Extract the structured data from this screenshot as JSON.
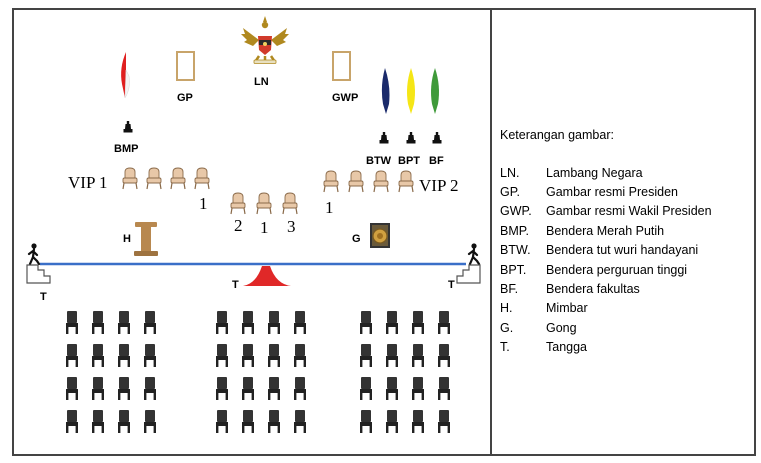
{
  "labels": {
    "ln": "LN",
    "gp": "GP",
    "gwp": "GWP",
    "bmp": "BMP",
    "btw": "BTW",
    "bpt": "BPT",
    "bf": "BF",
    "h": "H",
    "g": "G",
    "t": "T",
    "vip1": "VIP 1",
    "vip2": "VIP 2",
    "row_left_num": "1",
    "row_right_num": "1",
    "center_nums": [
      "2",
      "1",
      "3"
    ]
  },
  "legend": {
    "title": "Keterangan gambar:",
    "items": [
      {
        "code": "LN.",
        "text": "Lambang Negara"
      },
      {
        "code": "GP.",
        "text": "Gambar resmi Presiden"
      },
      {
        "code": "GWP.",
        "text": "Gambar resmi Wakil Presiden"
      },
      {
        "code": "BMP.",
        "text": "Bendera Merah Putih"
      },
      {
        "code": "BTW.",
        "text": "Bendera tut wuri handayani"
      },
      {
        "code": "BPT.",
        "text": "Bendera perguruan tinggi"
      },
      {
        "code": "BF.",
        "text": "Bendera fakultas"
      },
      {
        "code": "H.",
        "text": "Mimbar"
      },
      {
        "code": "G.",
        "text": "Gong"
      },
      {
        "code": "T.",
        "text": "Tangga"
      }
    ]
  },
  "colors": {
    "stage_line": "#3a6fc8",
    "flag_red": "#e02020",
    "flag_navy": "#1a2a6b",
    "flag_yellow": "#f5e616",
    "flag_green": "#3f9a3a",
    "frame_gold": "#c8a46a",
    "podium": "#b8884f",
    "chair_vip": "#e8c8a8",
    "chair_audience": "#333333",
    "t_red": "#e02828"
  },
  "audience": {
    "blocks": 3,
    "rows": 4,
    "cols": 4
  }
}
